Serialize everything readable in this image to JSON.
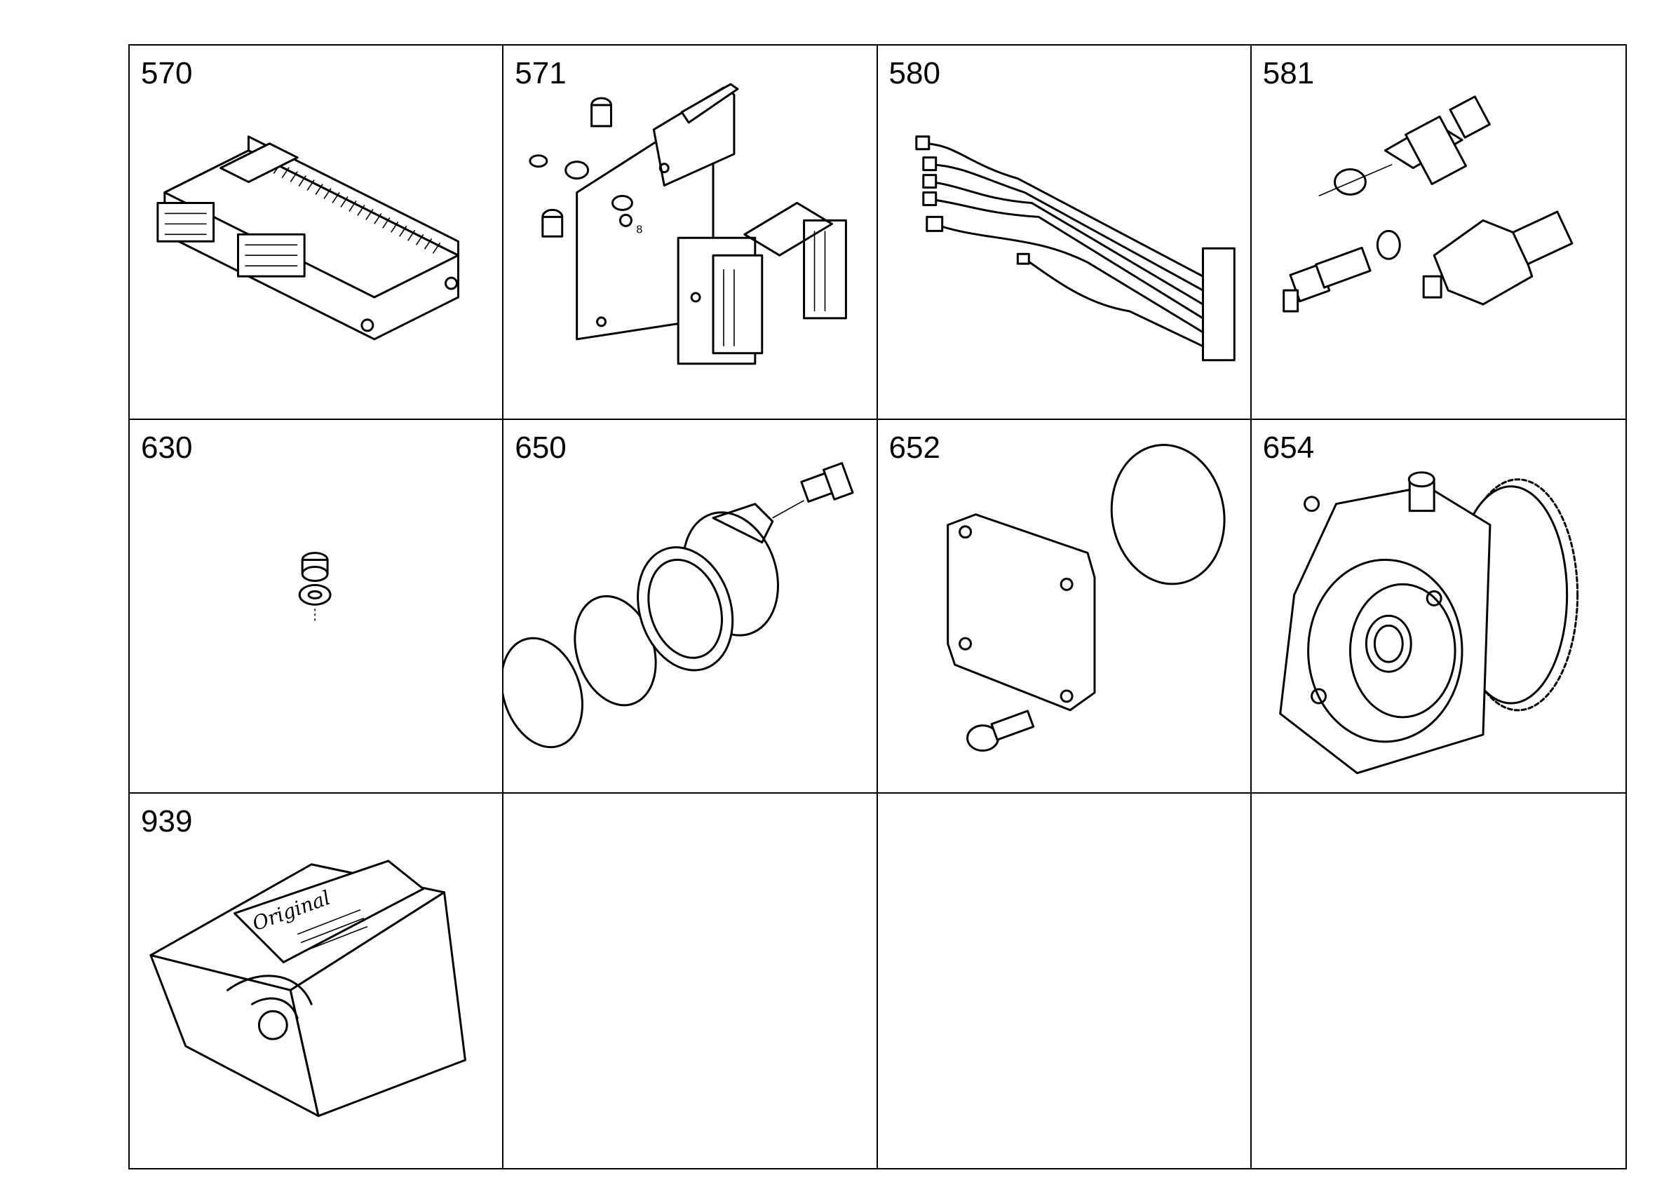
{
  "parts": [
    {
      "number": "570",
      "icon": "ecu-control-unit-icon"
    },
    {
      "number": "571",
      "icon": "mounting-bracket-icon"
    },
    {
      "number": "580",
      "icon": "wiring-harness-icon"
    },
    {
      "number": "581",
      "icon": "sensor-switches-icon"
    },
    {
      "number": "630",
      "icon": "plug-screw-washer-icon"
    },
    {
      "number": "650",
      "icon": "flange-orings-icon"
    },
    {
      "number": "652",
      "icon": "cover-plate-gasket-icon"
    },
    {
      "number": "654",
      "icon": "hydraulic-pump-gear-icon"
    },
    {
      "number": "939",
      "icon": "original-parts-box-icon"
    },
    {
      "number": "",
      "icon": ""
    },
    {
      "number": "",
      "icon": ""
    },
    {
      "number": "",
      "icon": ""
    }
  ],
  "callouts": {
    "bracket_label": "8"
  },
  "box_text": {
    "script": "Original"
  }
}
